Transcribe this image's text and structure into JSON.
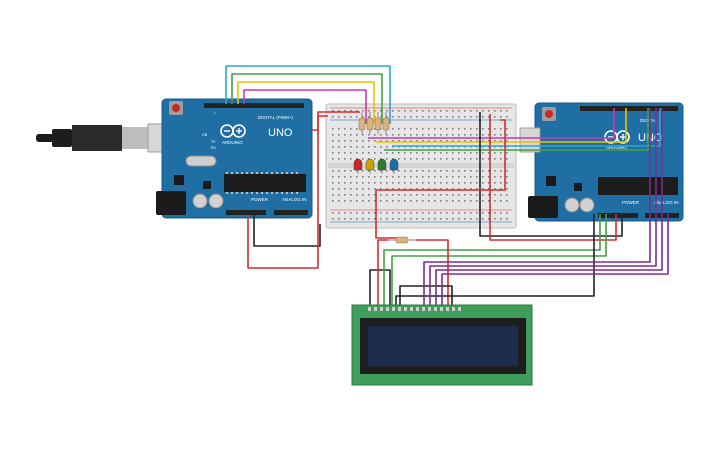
{
  "app": {
    "title": "Arduino circuit simulation"
  },
  "arduino_left": {
    "brand": "UNO",
    "maker": "ARDUINO",
    "digital_label": "DIGITAL (PWM~)",
    "analog_label": "ANALOG IN",
    "power_label": "POWER",
    "tx_label": "TX",
    "rx_label": "RX",
    "led_label": "L",
    "on_label": "ON"
  },
  "arduino_right": {
    "brand": "UNO",
    "maker": "ARDUINO",
    "digital_label": "DIGITAL",
    "analog_label": "ANALOG IN",
    "power_label": "POWER"
  },
  "lcd": {
    "rows": 2,
    "cols": 16
  },
  "wire_colors": {
    "red": "#d32f2f",
    "black": "#222222",
    "green": "#43a047",
    "yellow": "#e6c400",
    "blue": "#2aa5c9",
    "purple": "#7b2d8e",
    "magenta": "#c837b0"
  },
  "leds": [
    {
      "color": "red",
      "hex": "#c62828"
    },
    {
      "color": "yellow",
      "hex": "#c9a300"
    },
    {
      "color": "green",
      "hex": "#2e7d32"
    },
    {
      "color": "blue",
      "hex": "#1e6fa8"
    }
  ],
  "icons": [
    "usb-plug-icon",
    "reset-button-icon",
    "arduino-logo-icon",
    "resistor-icon",
    "led-icon"
  ]
}
